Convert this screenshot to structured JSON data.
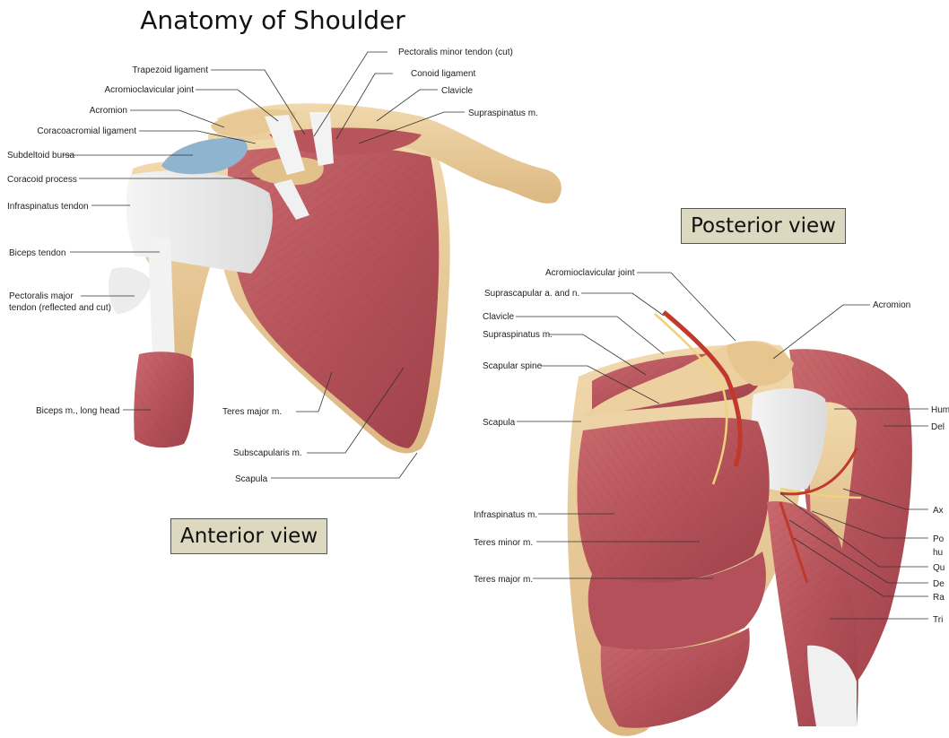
{
  "title": "Anatomy of Shoulder",
  "views": {
    "anterior": "Anterior view",
    "posterior": "Posterior view"
  },
  "anterior_labels": {
    "pectoralis_minor_tendon": "Pectoralis minor tendon (cut)",
    "trapezoid_ligament": "Trapezoid ligament",
    "conoid_ligament": "Conoid ligament",
    "acromioclavicular_joint": "Acromioclavicular joint",
    "clavicle": "Clavicle",
    "acromion": "Acromion",
    "supraspinatus": "Supraspinatus m.",
    "coracoacromial_ligament": "Coracoacromial ligament",
    "subdeltoid_bursa": "Subdeltoid bursa",
    "coracoid_process": "Coracoid process",
    "infraspinatus_tendon": "Infraspinatus tendon",
    "biceps_tendon": "Biceps tendon",
    "pectoralis_major_1": "Pectoralis major",
    "pectoralis_major_2": "tendon (reflected and cut)",
    "biceps_long_head": "Biceps m., long head",
    "teres_major": "Teres major m.",
    "subscapularis": "Subscapularis m.",
    "scapula": "Scapula"
  },
  "posterior_labels": {
    "acromioclavicular_joint": "Acromioclavicular joint",
    "suprascapular": "Suprascapular a. and n.",
    "acromion": "Acromion",
    "clavicle": "Clavicle",
    "supraspinatus": "Supraspinatus m.",
    "scapular_spine": "Scapular spine",
    "humerus": "Hum",
    "deltoid": "Del",
    "scapula": "Scapula",
    "axillary": "Ax",
    "posterior_humeral_1": "Po",
    "posterior_humeral_2": "hu",
    "infraspinatus": "Infraspinatus m.",
    "teres_minor": "Teres minor m.",
    "quadrangular": "Qu",
    "deltoid_branch": "De",
    "radial": "Ra",
    "teres_major": "Teres major m.",
    "triceps": "Tri"
  }
}
